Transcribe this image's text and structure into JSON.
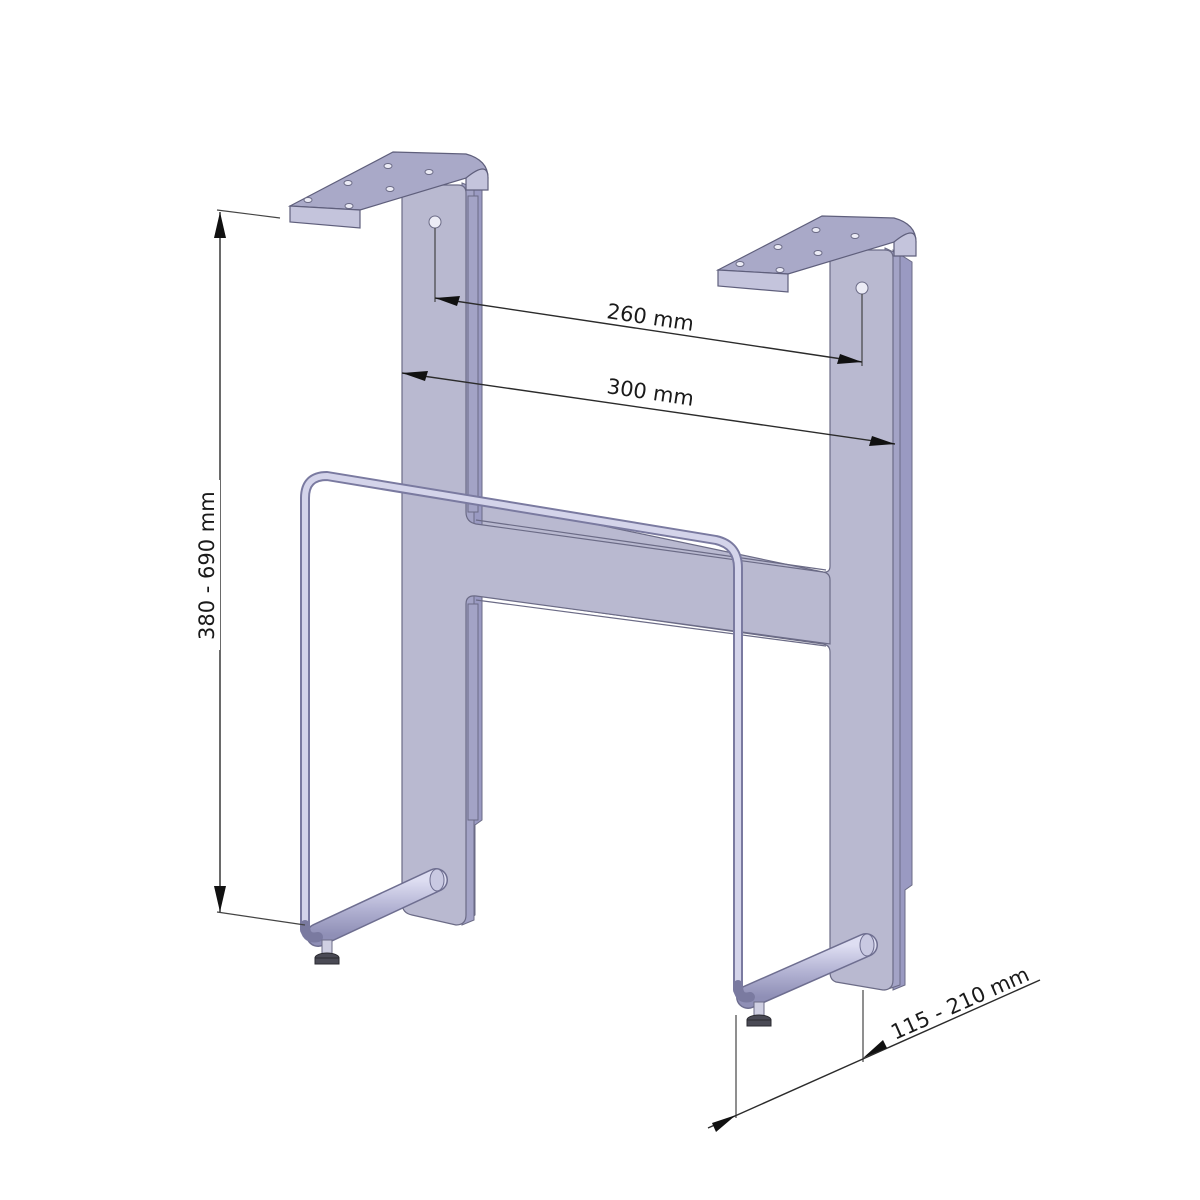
{
  "diagram": {
    "subject": "under-desk CPU holder with adjustable frame",
    "colors": {
      "metal_plate": "#b9b9d0",
      "metal_edge": "#a3a3c6",
      "outline": "#6b6b86",
      "tube": "#c7c7e0",
      "dimension_line": "#2b2b2b",
      "background": "#ffffff",
      "adjuster_foot": "#4a4a55"
    },
    "components": [
      {
        "name": "left-mounting-bracket",
        "holes": 6
      },
      {
        "name": "right-mounting-bracket",
        "holes": 6
      },
      {
        "name": "left-side-plate"
      },
      {
        "name": "right-side-plate"
      },
      {
        "name": "h-crossbar"
      },
      {
        "name": "wire-retaining-bow"
      },
      {
        "name": "left-bottom-rod"
      },
      {
        "name": "right-bottom-rod"
      },
      {
        "name": "left-leveling-foot"
      },
      {
        "name": "right-leveling-foot"
      }
    ],
    "dimensions": {
      "hole_spacing": {
        "label": "260 mm",
        "value": 260,
        "unit": "mm"
      },
      "outer_width": {
        "label": "300 mm",
        "value": 300,
        "unit": "mm"
      },
      "height_range": {
        "label": "380 - 690 mm",
        "min": 380,
        "max": 690,
        "unit": "mm"
      },
      "depth_range": {
        "label": "115 - 210 mm",
        "min": 115,
        "max": 210,
        "unit": "mm"
      }
    }
  }
}
